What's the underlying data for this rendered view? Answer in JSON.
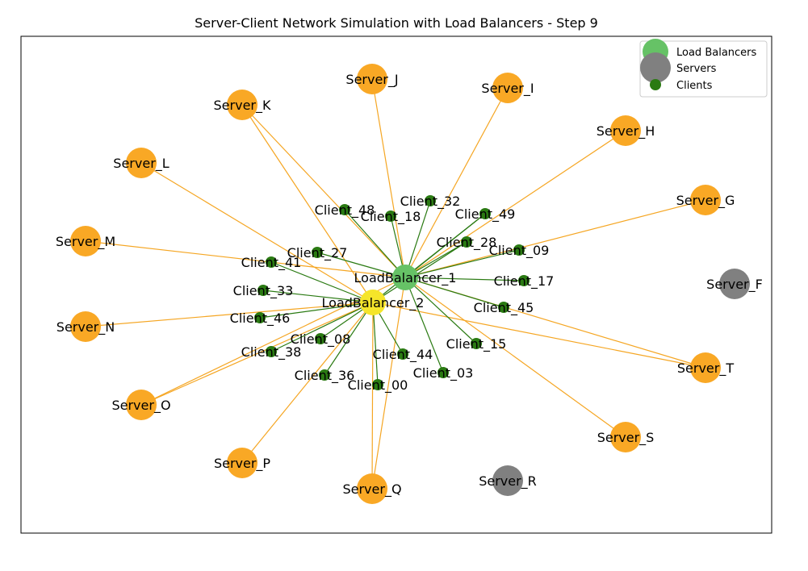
{
  "title": "Server-Client Network Simulation with Load Balancers - Step 9",
  "colors": {
    "load_balancer": "#66c266",
    "load_balancer_active": "#f5e52a",
    "server_active": "#f9a825",
    "server_idle": "#808080",
    "client": "#2a7a12",
    "client_edge": "#2a7a12",
    "server_edge": "#f5a623"
  },
  "legend": {
    "items": [
      {
        "label": "Load Balancers",
        "type": "load_balancer"
      },
      {
        "label": "Servers",
        "type": "server"
      },
      {
        "label": "Clients",
        "type": "client"
      }
    ]
  },
  "nodes": {
    "load_balancers": [
      {
        "id": "LoadBalancer_1",
        "label": "LoadBalancer_1",
        "state": "normal"
      },
      {
        "id": "LoadBalancer_2",
        "label": "LoadBalancer_2",
        "state": "active"
      }
    ],
    "servers": [
      {
        "id": "Server_F",
        "label": "Server_F",
        "state": "idle"
      },
      {
        "id": "Server_G",
        "label": "Server_G",
        "state": "active"
      },
      {
        "id": "Server_H",
        "label": "Server_H",
        "state": "active"
      },
      {
        "id": "Server_I",
        "label": "Server_I",
        "state": "active"
      },
      {
        "id": "Server_J",
        "label": "Server_J",
        "state": "active"
      },
      {
        "id": "Server_K",
        "label": "Server_K",
        "state": "active"
      },
      {
        "id": "Server_L",
        "label": "Server_L",
        "state": "active"
      },
      {
        "id": "Server_M",
        "label": "Server_M",
        "state": "active"
      },
      {
        "id": "Server_N",
        "label": "Server_N",
        "state": "active"
      },
      {
        "id": "Server_O",
        "label": "Server_O",
        "state": "active"
      },
      {
        "id": "Server_P",
        "label": "Server_P",
        "state": "active"
      },
      {
        "id": "Server_Q",
        "label": "Server_Q",
        "state": "active"
      },
      {
        "id": "Server_R",
        "label": "Server_R",
        "state": "idle"
      },
      {
        "id": "Server_S",
        "label": "Server_S",
        "state": "active"
      },
      {
        "id": "Server_T",
        "label": "Server_T",
        "state": "active"
      }
    ],
    "clients": [
      {
        "id": "Client_48",
        "label": "Client_48"
      },
      {
        "id": "Client_18",
        "label": "Client_18"
      },
      {
        "id": "Client_32",
        "label": "Client_32"
      },
      {
        "id": "Client_49",
        "label": "Client_49"
      },
      {
        "id": "Client_28",
        "label": "Client_28"
      },
      {
        "id": "Client_09",
        "label": "Client_09"
      },
      {
        "id": "Client_27",
        "label": "Client_27"
      },
      {
        "id": "Client_41",
        "label": "Client_41"
      },
      {
        "id": "Client_17",
        "label": "Client_17"
      },
      {
        "id": "Client_33",
        "label": "Client_33"
      },
      {
        "id": "Client_45",
        "label": "Client_45"
      },
      {
        "id": "Client_46",
        "label": "Client_46"
      },
      {
        "id": "Client_08",
        "label": "Client_08"
      },
      {
        "id": "Client_15",
        "label": "Client_15"
      },
      {
        "id": "Client_38",
        "label": "Client_38"
      },
      {
        "id": "Client_44",
        "label": "Client_44"
      },
      {
        "id": "Client_03",
        "label": "Client_03"
      },
      {
        "id": "Client_36",
        "label": "Client_36"
      },
      {
        "id": "Client_00",
        "label": "Client_00"
      }
    ]
  },
  "edges": {
    "server_edges": [
      [
        "LoadBalancer_1",
        "Server_G"
      ],
      [
        "LoadBalancer_1",
        "Server_H"
      ],
      [
        "LoadBalancer_1",
        "Server_I"
      ],
      [
        "LoadBalancer_1",
        "Server_J"
      ],
      [
        "LoadBalancer_1",
        "Server_K"
      ],
      [
        "LoadBalancer_1",
        "Server_M"
      ],
      [
        "LoadBalancer_1",
        "Server_O"
      ],
      [
        "LoadBalancer_1",
        "Server_Q"
      ],
      [
        "LoadBalancer_1",
        "Server_S"
      ],
      [
        "LoadBalancer_1",
        "Server_T"
      ],
      [
        "LoadBalancer_2",
        "Server_K"
      ],
      [
        "LoadBalancer_2",
        "Server_L"
      ],
      [
        "LoadBalancer_2",
        "Server_N"
      ],
      [
        "LoadBalancer_2",
        "Server_O"
      ],
      [
        "LoadBalancer_2",
        "Server_P"
      ],
      [
        "LoadBalancer_2",
        "Server_Q"
      ],
      [
        "LoadBalancer_2",
        "Server_T"
      ]
    ],
    "client_edges": [
      [
        "LoadBalancer_1",
        "Client_48"
      ],
      [
        "LoadBalancer_1",
        "Client_18"
      ],
      [
        "LoadBalancer_1",
        "Client_32"
      ],
      [
        "LoadBalancer_1",
        "Client_49"
      ],
      [
        "LoadBalancer_1",
        "Client_28"
      ],
      [
        "LoadBalancer_1",
        "Client_09"
      ],
      [
        "LoadBalancer_1",
        "Client_17"
      ],
      [
        "LoadBalancer_1",
        "Client_45"
      ],
      [
        "LoadBalancer_1",
        "Client_15"
      ],
      [
        "LoadBalancer_1",
        "Client_03"
      ],
      [
        "LoadBalancer_1",
        "Client_27"
      ],
      [
        "LoadBalancer_2",
        "Client_41"
      ],
      [
        "LoadBalancer_2",
        "Client_33"
      ],
      [
        "LoadBalancer_2",
        "Client_46"
      ],
      [
        "LoadBalancer_2",
        "Client_08"
      ],
      [
        "LoadBalancer_2",
        "Client_38"
      ],
      [
        "LoadBalancer_2",
        "Client_36"
      ],
      [
        "LoadBalancer_2",
        "Client_00"
      ],
      [
        "LoadBalancer_2",
        "Client_44"
      ],
      [
        "LoadBalancer_2",
        "Client_28"
      ],
      [
        "LoadBalancer_2",
        "Client_49"
      ]
    ]
  }
}
